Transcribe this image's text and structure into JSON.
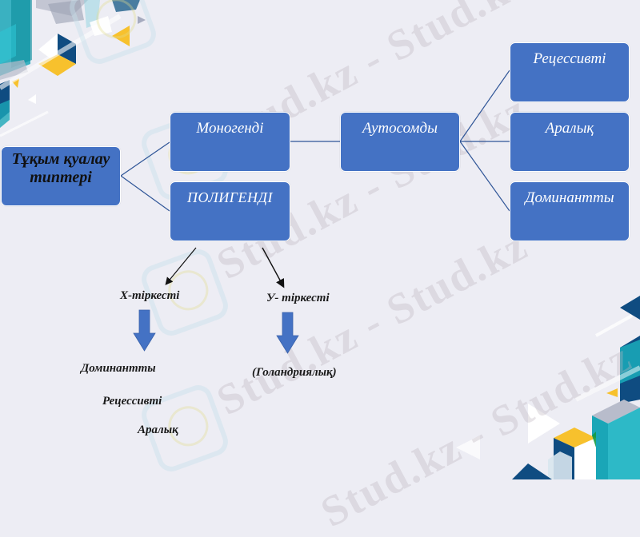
{
  "diagram": {
    "root": {
      "label": "Тұқым қуалау типтері"
    },
    "level1": [
      {
        "label": "Моногенді"
      },
      {
        "label": "ПОЛИГЕНДІ"
      }
    ],
    "level2": {
      "label": "Аутосомды"
    },
    "level3": [
      {
        "label": "Рецессивті"
      },
      {
        "label": "Аралық"
      },
      {
        "label": "Доминантты"
      }
    ],
    "linked": {
      "x_linked": {
        "label": "Х-тіркесті"
      },
      "y_linked": {
        "label": "У- тіркесті"
      },
      "x_results": [
        {
          "label": "Доминантты"
        },
        {
          "label": "Рецессивті"
        },
        {
          "label": "Аралық"
        }
      ],
      "y_result": {
        "label": "(Голандриялық)"
      }
    }
  },
  "watermark": {
    "text": "Stud.kz - Stud.kz"
  },
  "colors": {
    "node_fill": "#4472c4",
    "connector": "#2f5597",
    "background": "#ededf4",
    "accent_teal": "#1aa6b7",
    "accent_navy": "#0f4c81",
    "accent_yellow": "#f7c12d"
  }
}
